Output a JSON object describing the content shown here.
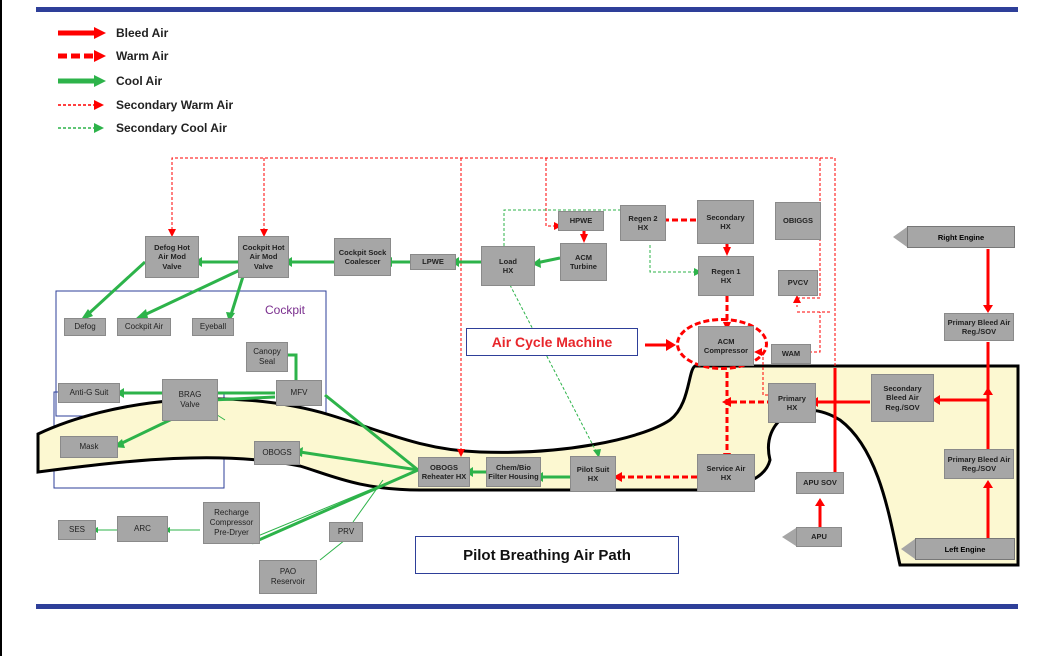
{
  "legend": [
    {
      "label": "Bleed Air",
      "color": "#ff0000",
      "style": "solid-thick"
    },
    {
      "label": "Warm Air",
      "color": "#ff0000",
      "style": "dashed-thick"
    },
    {
      "label": "Cool Air",
      "color": "#2db34a",
      "style": "solid-thick"
    },
    {
      "label": "Secondary Warm Air",
      "color": "#ff0000",
      "style": "dotted-thin"
    },
    {
      "label": "Secondary Cool Air",
      "color": "#2db34a",
      "style": "dotted-thin"
    }
  ],
  "regions": {
    "cockpit": "Cockpit",
    "air_cycle_machine": "Air Cycle Machine",
    "pilot_breathing_air_path": "Pilot Breathing Air Path"
  },
  "components": {
    "defog_hot_air_mod_valve": "Defog Hot\nAir Mod\nValve",
    "cockpit_hot_air_mod_valve": "Cockpit Hot\nAir Mod\nValve",
    "cockpit_sock_coalescer": "Cockpit Sock\nCoalescer",
    "lpwe": "LPWE",
    "load_hx": "Load\nHX",
    "hpwe": "HPWE",
    "acm_turbine": "ACM\nTurbine",
    "regen2_hx": "Regen 2\nHX",
    "secondary_hx": "Secondary\nHX",
    "regen1_hx": "Regen 1\nHX",
    "obiggs": "OBIGGS",
    "pvcv": "PVCV",
    "right_engine": "Right Engine",
    "primary_bleed_air_top": "Primary Bleed Air\nReg./SOV",
    "defog": "Defog",
    "cockpit_air": "Cockpit Air",
    "eyeball": "Eyeball",
    "canopy_seal": "Canopy\nSeal",
    "acm_compressor": "ACM\nCompressor",
    "wam": "WAM",
    "anti_g_suit": "Anti-G Suit",
    "brag_valve": "BRAG\nValve",
    "mfv": "MFV",
    "primary_hx": "Primary\nHX",
    "secondary_bleed_air": "Secondary\nBleed Air\nReg./SOV",
    "mask": "Mask",
    "obogs": "OBOGS",
    "obogs_reheater_hx": "OBOGS\nReheater HX",
    "chem_bio_filter": "Chem/Bio\nFilter Housing",
    "pilot_suit_hx": "Pilot Suit\nHX",
    "service_air_hx": "Service Air\nHX",
    "primary_bleed_air_bottom": "Primary Bleed Air\nReg./SOV",
    "apu_sov": "APU SOV",
    "ses": "SES",
    "arc": "ARC",
    "recharge_compressor": "Recharge\nCompressor\nPre-Dryer",
    "prv": "PRV",
    "pao_reservoir": "PAO\nReservoir",
    "apu": "APU",
    "left_engine": "Left Engine"
  }
}
